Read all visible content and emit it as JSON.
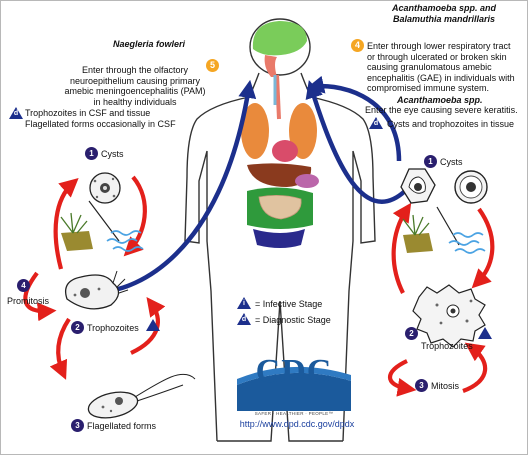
{
  "left": {
    "organism": "Naegleria fowleri",
    "entry_step": "5",
    "entry_text": [
      "Enter through the olfactory",
      "neuroepithelium causing primary",
      "amebic meningoencephalitis (PAM)",
      "in healthy individuals"
    ],
    "diag_marker": "d",
    "diag_text": [
      "Trophozoites in CSF and tissue",
      "Flagellated forms occasionally in CSF"
    ],
    "stages": {
      "cysts": {
        "num": "1",
        "label": "Cysts"
      },
      "trophozoites": {
        "num": "2",
        "label": "Trophozoites"
      },
      "flagellated": {
        "num": "3",
        "label": "Flagellated forms"
      },
      "promitosis": {
        "num": "4",
        "label": "Promitosis"
      }
    }
  },
  "right": {
    "organism_line1": "Acanthamoeba spp. and",
    "organism_line2": "Balamuthia mandrillaris",
    "entry_step": "4",
    "entry_text": [
      "Enter through lower respiratory tract",
      "or through ulcerated or broken skin",
      "causing granulomatous amebic",
      "encephalitis (GAE) in individuals with",
      "compromised immune system."
    ],
    "organism2": "Acanthamoeba spp.",
    "keratitis_text": "Enter the eye causing severe keratitis.",
    "diag_marker": "d",
    "diag_text": "Cysts and trophozoites in tissue",
    "stages": {
      "cysts": {
        "num": "1",
        "label": "Cysts"
      },
      "trophozoites": {
        "num": "2",
        "label": "Trophozoites"
      },
      "mitosis": {
        "num": "3",
        "label": "Mitosis"
      }
    }
  },
  "legend": {
    "infective_marker": "i",
    "infective": "= Infective Stage",
    "diagnostic_marker": "d",
    "diagnostic": "= Diagnostic Stage"
  },
  "logo": {
    "text": "CDC",
    "tagline": "SAFER · HEALTHIER · PEOPLE™"
  },
  "url": "http://www.dpd.cdc.gov/dpdx",
  "colors": {
    "cycle_arrow": "#e3201b",
    "infection_arrow": "#1c2f8c",
    "step_badge": "#2a1f6e",
    "entry_badge": "#f5a623",
    "water": "#4ba3e3",
    "brain": "#66bb55"
  }
}
